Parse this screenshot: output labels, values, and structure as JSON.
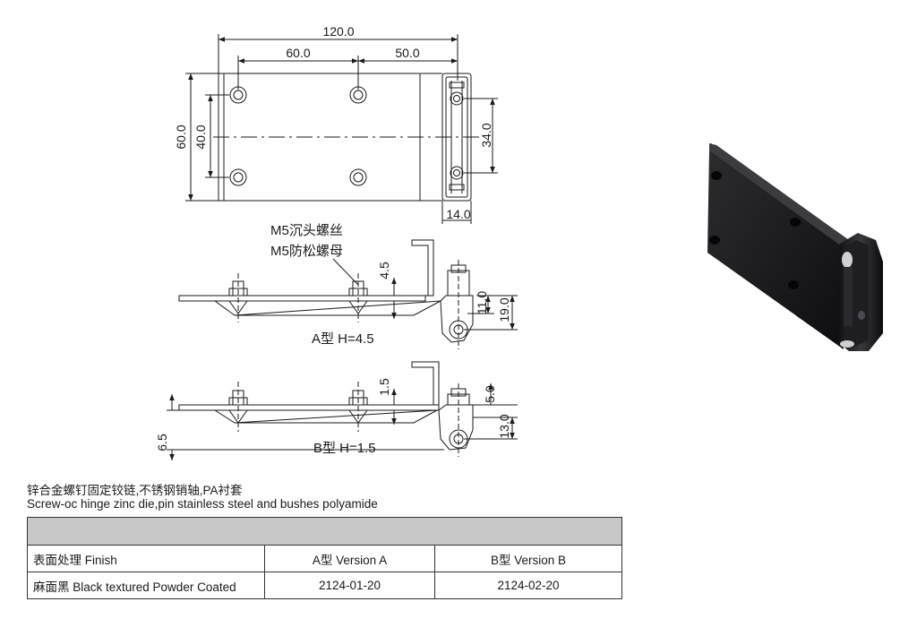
{
  "drawing": {
    "top_view_dims": {
      "overall_width": "120.0",
      "left_part": "60.0",
      "right_part": "50.0",
      "height": "60.0",
      "hole_spacing_v": "40.0",
      "knuckle_holes": "34.0",
      "knuckle_width": "14.0"
    },
    "callouts": {
      "screw": "M5沉头螺丝",
      "nut": "M5防松螺母"
    },
    "version_a": {
      "label": "A型  H=4.5",
      "offset": "4.5",
      "dim_11": "11.0",
      "dim_19": "19.0"
    },
    "version_b": {
      "label": "B型  H=1.5",
      "offset": "1.5",
      "dim_5": "5.0",
      "dim_13": "13.0",
      "dim_6_5": "6.5"
    }
  },
  "description": {
    "zh": "锌合金螺钉固定铰链,不锈钢销轴,PA衬套",
    "en": "Screw-oc hinge zinc die,pin stainless steel and bushes polyamide"
  },
  "table": {
    "header_row": [
      "",
      "",
      ""
    ],
    "columns": [
      "表面处理 Finish",
      "A型 Version A",
      "B型  Version B"
    ],
    "rows": [
      [
        "麻面黑 Black textured Powder Coated",
        "2124-01-20",
        "2124-02-20"
      ]
    ]
  }
}
